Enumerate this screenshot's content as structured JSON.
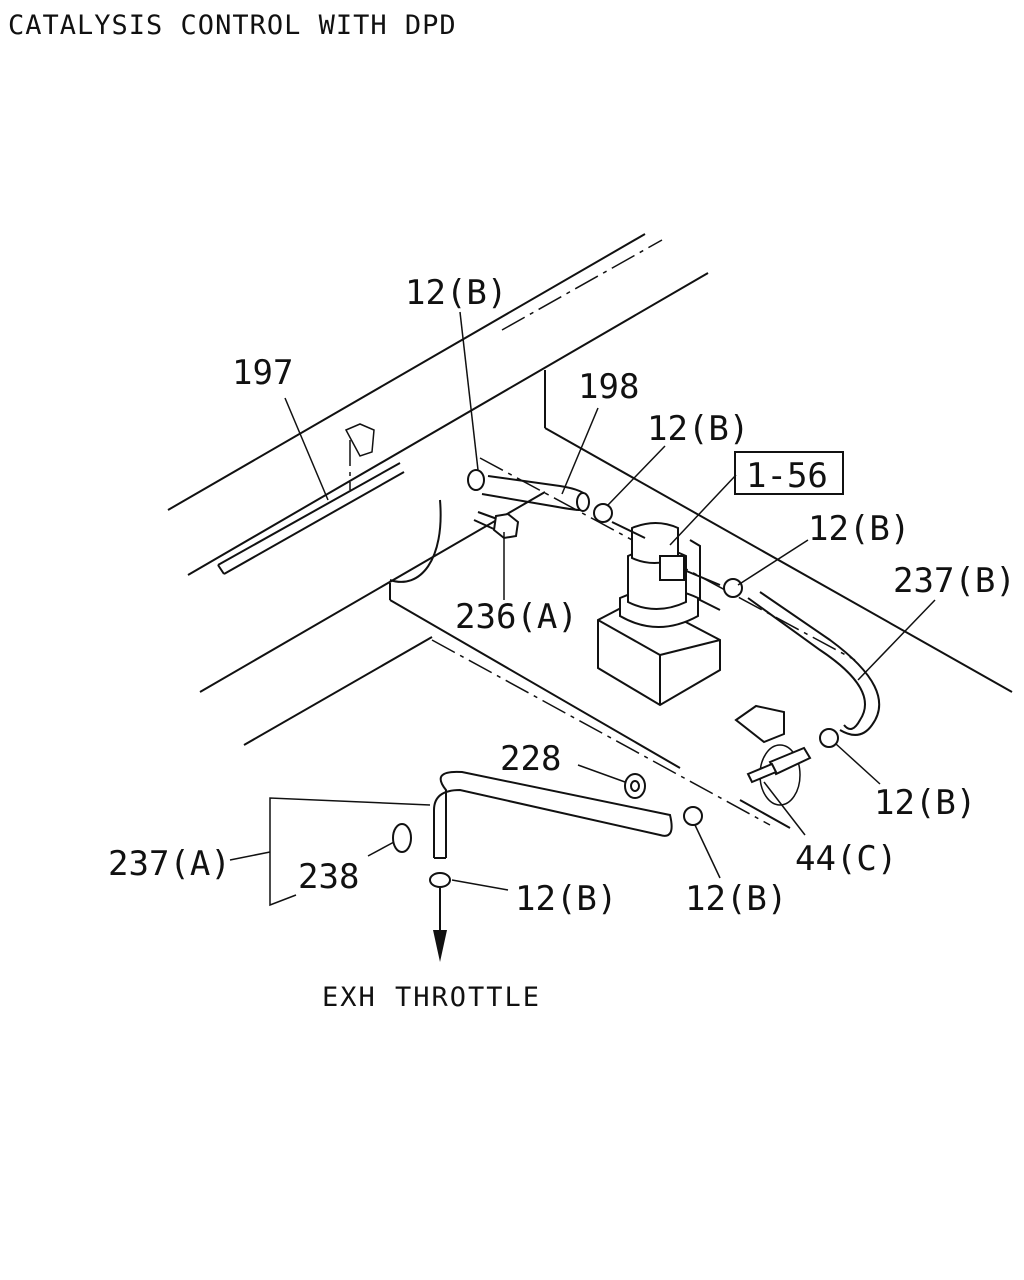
{
  "title": "CATALYSIS CONTROL WITH DPD",
  "note": "EXH THROTTLE",
  "labels": {
    "l197": "197",
    "l12b_top": "12(B)",
    "l198": "198",
    "l12b_mid": "12(B)",
    "l156": "1-56",
    "l12b_right": "12(B)",
    "l237b": "237(B)",
    "l236a": "236(A)",
    "l228": "228",
    "l12b_lowright": "12(B)",
    "l44c": "44(C)",
    "l237a": "237(A)",
    "l238": "238",
    "l12b_bottom": "12(B)",
    "l12b_bottom2": "12(B)"
  }
}
